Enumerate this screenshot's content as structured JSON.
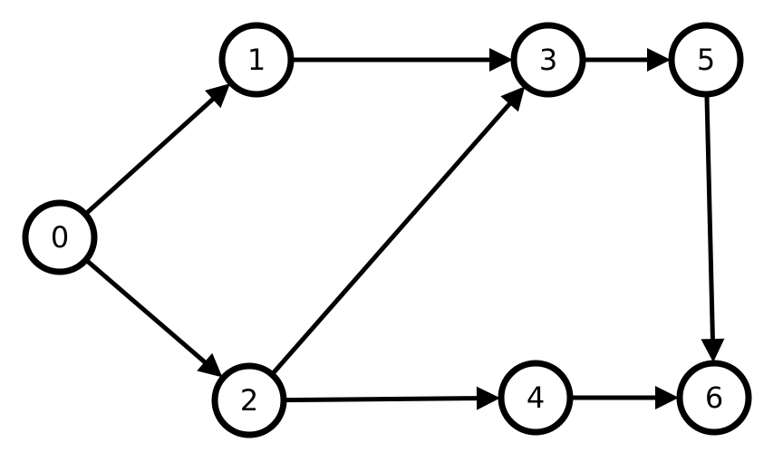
{
  "graph": {
    "directed": true,
    "nodes": [
      {
        "id": "0",
        "label": "0"
      },
      {
        "id": "1",
        "label": "1"
      },
      {
        "id": "2",
        "label": "2"
      },
      {
        "id": "3",
        "label": "3"
      },
      {
        "id": "4",
        "label": "4"
      },
      {
        "id": "5",
        "label": "5"
      },
      {
        "id": "6",
        "label": "6"
      }
    ],
    "edges": [
      {
        "from": "0",
        "to": "1"
      },
      {
        "from": "0",
        "to": "2"
      },
      {
        "from": "1",
        "to": "3"
      },
      {
        "from": "2",
        "to": "3"
      },
      {
        "from": "2",
        "to": "4"
      },
      {
        "from": "3",
        "to": "5"
      },
      {
        "from": "4",
        "to": "6"
      },
      {
        "from": "5",
        "to": "6"
      }
    ],
    "colors": {
      "stroke": "#000000",
      "node_fill": "#ffffff",
      "background": "#ffffff"
    }
  }
}
